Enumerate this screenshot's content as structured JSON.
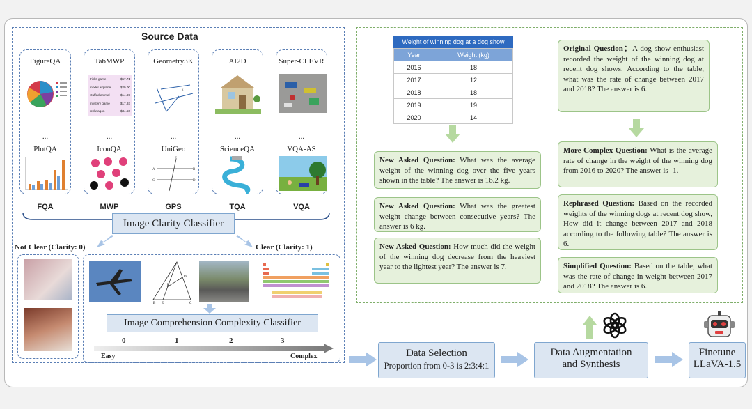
{
  "source_title": "Source Data",
  "datasets_top": [
    "FigureQA",
    "TabMWP",
    "Geometry3K",
    "AI2D",
    "Super-CLEVR"
  ],
  "datasets_bottom": [
    "PlotQA",
    "IconQA",
    "UniGeo",
    "ScienceQA",
    "VQA-AS"
  ],
  "ellipsis": "...",
  "categories": [
    "FQA",
    "MWP",
    "GPS",
    "TQA",
    "VQA"
  ],
  "tabmwp_rows": [
    {
      "item": "tricks game",
      "price": "$57.71"
    },
    {
      "item": "model airplane",
      "price": "$29.00"
    },
    {
      "item": "stuffed animal",
      "price": "$14.69"
    },
    {
      "item": "mystery game",
      "price": "$17.93"
    },
    {
      "item": "red wagon",
      "price": "$34.50"
    }
  ],
  "clarity_classifier": "Image Clarity Classifier",
  "not_clear": "Not Clear (Clarity: 0)",
  "clear": "Clear (Clarity: 1)",
  "complexity_classifier": "Image Comprehension Complexity Classifier",
  "scale_ticks": [
    "0",
    "1",
    "2",
    "3"
  ],
  "scale_easy": "Easy",
  "scale_complex": "Complex",
  "data_selection": {
    "title": "Data Selection",
    "subtitle": "Proportion from 0-3 is 2:3:4:1"
  },
  "augmentation": {
    "line1": "Data Augmentation",
    "line2": "and Synthesis"
  },
  "finetune": {
    "line1": "Finetune",
    "line2": "LLaVA-1.5"
  },
  "table": {
    "title": "Weight of winning dog at a dog show",
    "headers": [
      "Year",
      "Weight (kg)"
    ],
    "rows": [
      [
        "2016",
        "18"
      ],
      [
        "2017",
        "12"
      ],
      [
        "2018",
        "18"
      ],
      [
        "2019",
        "19"
      ],
      [
        "2020",
        "14"
      ]
    ]
  },
  "left_questions": [
    {
      "label": "New Asked Question:",
      "text": "What was the average weight of the winning dog over the five years shown in the table? The answer is 16.2 kg."
    },
    {
      "label": "New Asked Question:",
      "text": "What was the greatest weight change between consecutive years? The answer is 6 kg."
    },
    {
      "label": "New Asked Question:",
      "text": "How much did the weight of the winning dog decrease from the heaviest year to the lightest year? The answer is 7."
    }
  ],
  "original_question": {
    "label": "Original Question：",
    "text": "A dog show enthusiast recorded the weight of the winning dog at recent dog shows. According to the table, what was the rate of change between 2017 and 2018? The answer is 6."
  },
  "right_questions": [
    {
      "label": "More Complex Question:",
      "text": "What is the average rate of change in the weight of the winning dog from 2016 to 2020? The answer is -1."
    },
    {
      "label": "Rephrased Question:",
      "text": "Based on the recorded weights of the winning dogs at recent dog show, How did it change between 2017 and 2018 according to the following table? The answer is 6."
    },
    {
      "label": "Simplified Question:",
      "text": "Based on the table, what was the rate of change in weight between 2017 and 2018? The answer is 6."
    }
  ],
  "colors": {
    "blue_box": "#dce6f2",
    "green_box": "#e6f1dc",
    "blue_dash": "#5b7fb5",
    "green_dash": "#7fae6a",
    "arrow_green": "#b6d9a0",
    "arrow_blue": "#a8c4e6"
  },
  "icons": [
    "openai-logo-icon",
    "robot-icon"
  ]
}
